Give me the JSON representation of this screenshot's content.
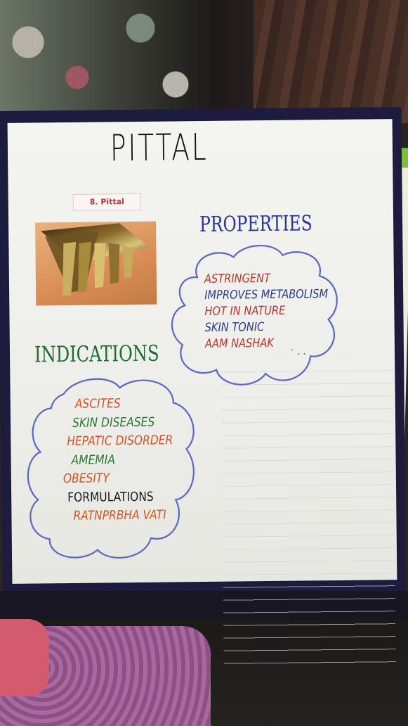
{
  "poster": {
    "title": "PITTAL",
    "image_label": "8. Pittal",
    "properties": {
      "heading": "PROPERTIES",
      "items": [
        {
          "text": "ASTRINGENT",
          "color": "#c3322c"
        },
        {
          "text": "IMPROVES METABOLISM",
          "color": "#2c3a8c"
        },
        {
          "text": "HOT IN NATURE",
          "color": "#c3322c"
        },
        {
          "text": "SKIN TONIC",
          "color": "#2c3a8c"
        },
        {
          "text": "AAM NASHAK",
          "color": "#c3322c"
        }
      ]
    },
    "indications": {
      "heading": "INDICATIONS",
      "items": [
        {
          "text": "ASCITES",
          "color": "#d8531f"
        },
        {
          "text": "SKIN DISEASES",
          "color": "#2a7a34"
        },
        {
          "text": "HEPATIC DISORDER",
          "color": "#d8531f"
        },
        {
          "text": "AMEMIA",
          "color": "#2a7a34"
        },
        {
          "text": "OBESITY",
          "color": "#d8531f"
        },
        {
          "text": "FORMULATIONS",
          "color": "#1b1b1b"
        },
        {
          "text": "RATNPRBHA VATI",
          "color": "#d8531f"
        }
      ]
    },
    "colors": {
      "board_border": "#1d1c3e",
      "paper": "#f1f1ed",
      "cloud_outline": "#5a66c8",
      "properties_heading": "#2a32a8",
      "indications_heading": "#1f6b33"
    }
  }
}
